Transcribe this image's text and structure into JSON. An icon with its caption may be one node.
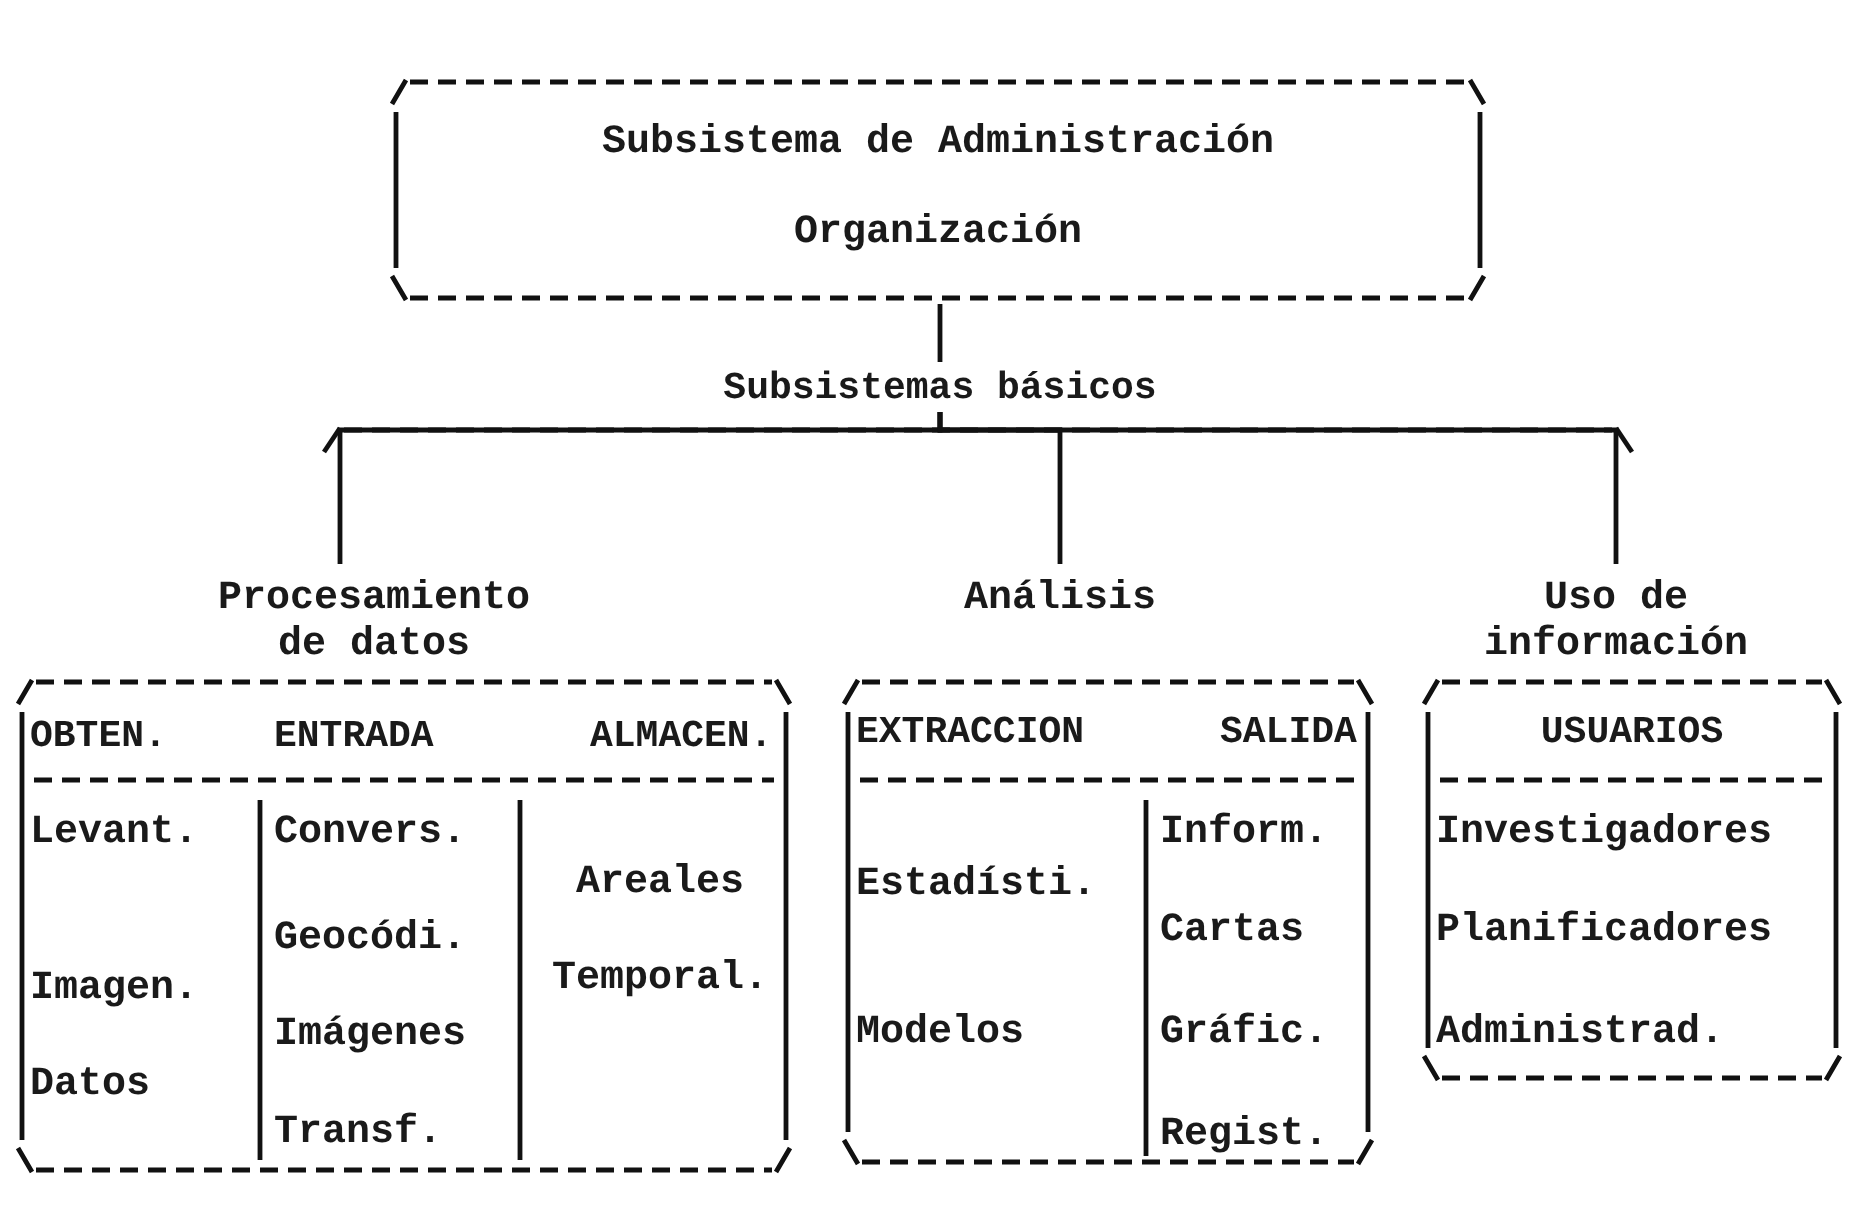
{
  "diagram": {
    "nodes": [
      {
        "text": [
          "Subsistema de Administración",
          "Organización"
        ]
      },
      {
        "text": [
          "Subsistemas básicos"
        ]
      },
      {
        "text": [
          "Procesamiento de datos",
          "OBTEN.",
          "ENTRADA",
          "ALMACEN.",
          "Levant.",
          "Imagen.",
          "Datos",
          "Convers.",
          "Geocódi.",
          "Imágenes",
          "Transf.",
          "Areales",
          "Temporal."
        ]
      },
      {
        "text": [
          "Análisis",
          "EXTRACCION",
          "SALIDA",
          "Estadísti.",
          "Modelos",
          "Inform.",
          "Cartas",
          "Gráfic.",
          "Regist."
        ]
      },
      {
        "text": [
          "Uso de información",
          "USUARIOS",
          "Investigadores",
          "Planificadores",
          "Administrad."
        ]
      }
    ],
    "edges": [
      {
        "from": 0,
        "to": 1,
        "arrow": "none"
      },
      {
        "from": 1,
        "to": 2,
        "arrow": "none"
      },
      {
        "from": 1,
        "to": 3,
        "arrow": "none"
      },
      {
        "from": 1,
        "to": 4,
        "arrow": "none"
      }
    ]
  }
}
